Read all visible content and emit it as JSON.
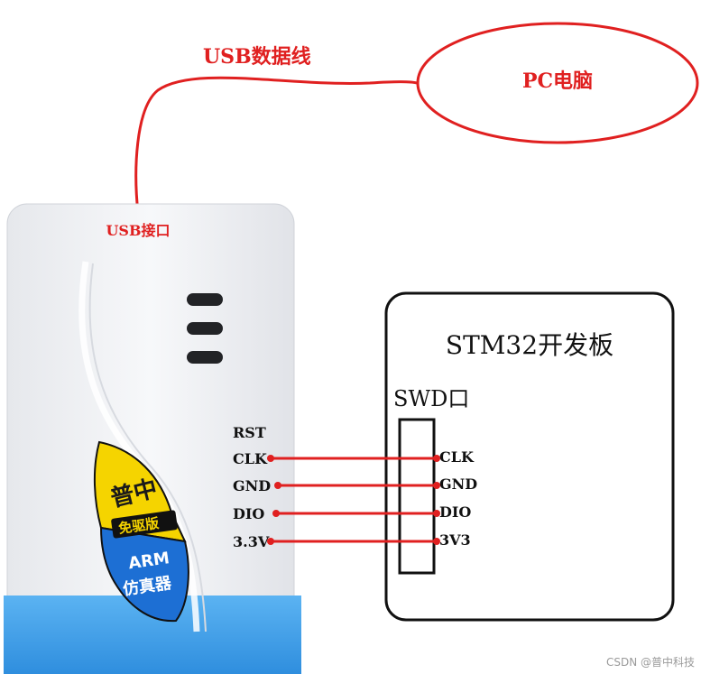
{
  "cable": {
    "label": "USB数据线",
    "color": "#e02020"
  },
  "pc": {
    "label": "PC电脑"
  },
  "emulator": {
    "usb_port_label": "USB接口",
    "badge": {
      "brand": "普中",
      "edition": "免驱版",
      "arm": "ARM",
      "product": "仿真器"
    },
    "pins": [
      "RST",
      "CLK",
      "GND",
      "DIO",
      "3.3V"
    ]
  },
  "board": {
    "title": "STM32开发板",
    "swd_label": "SWD口",
    "pins": [
      "CLK",
      "GND",
      "DIO",
      "3V3"
    ]
  },
  "watermark": "CSDN @普中科技",
  "colors": {
    "wire": "#e02020",
    "device_body": "#f2f3f6",
    "device_base": "#3f9ee8",
    "badge_yellow": "#f5d400",
    "badge_blue": "#1d6fd4"
  }
}
